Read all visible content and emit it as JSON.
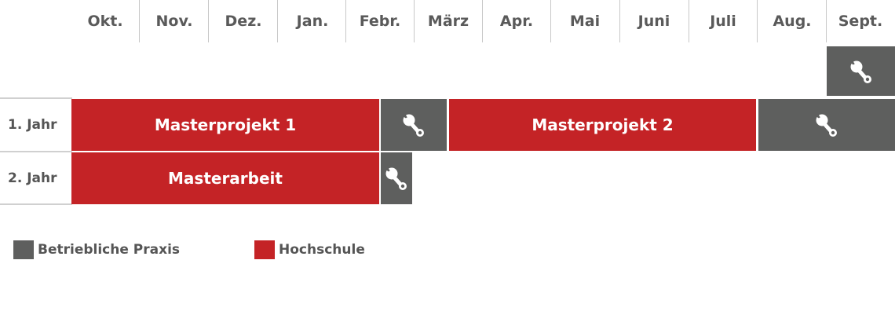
{
  "months": [
    "Okt.",
    "Nov.",
    "Dez.",
    "Jan.",
    "Febr.",
    "März",
    "Apr.",
    "Mai",
    "Juni",
    "Juli",
    "Aug.",
    "Sept."
  ],
  "rows": [
    {
      "label": "1. Jahr"
    },
    {
      "label": "2. Jahr"
    }
  ],
  "bars": {
    "masterprojekt1": "Masterprojekt 1",
    "masterprojekt2": "Masterprojekt 2",
    "masterarbeit": "Masterarbeit"
  },
  "legend": {
    "praxis": "Betriebliche Praxis",
    "hochschule": "Hochschule"
  },
  "icons": {
    "practice": "wrench-icon"
  },
  "colors": {
    "hochschule": "#c42326",
    "praxis": "#5e5f5e"
  }
}
